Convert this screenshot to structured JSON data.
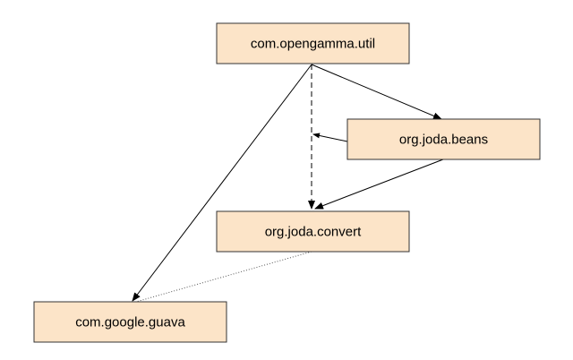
{
  "diagram": {
    "nodes": {
      "util": {
        "label": "com.opengamma.util"
      },
      "beans": {
        "label": "org.joda.beans"
      },
      "convert": {
        "label": "org.joda.convert"
      },
      "guava": {
        "label": "com.google.guava"
      }
    },
    "edges": [
      {
        "from": "util",
        "to": "beans",
        "style": "solid"
      },
      {
        "from": "util",
        "to": "convert",
        "style": "dashed"
      },
      {
        "from": "util",
        "to": "guava",
        "style": "solid"
      },
      {
        "from": "beans",
        "to": "convert",
        "style": "solid"
      },
      {
        "from": "beans",
        "to": "util-convert-edge",
        "style": "solid"
      },
      {
        "from": "convert",
        "to": "guava",
        "style": "dotted"
      }
    ],
    "colors": {
      "node_fill": "#fce4c8",
      "node_stroke": "#333333",
      "edge": "#000000"
    }
  }
}
